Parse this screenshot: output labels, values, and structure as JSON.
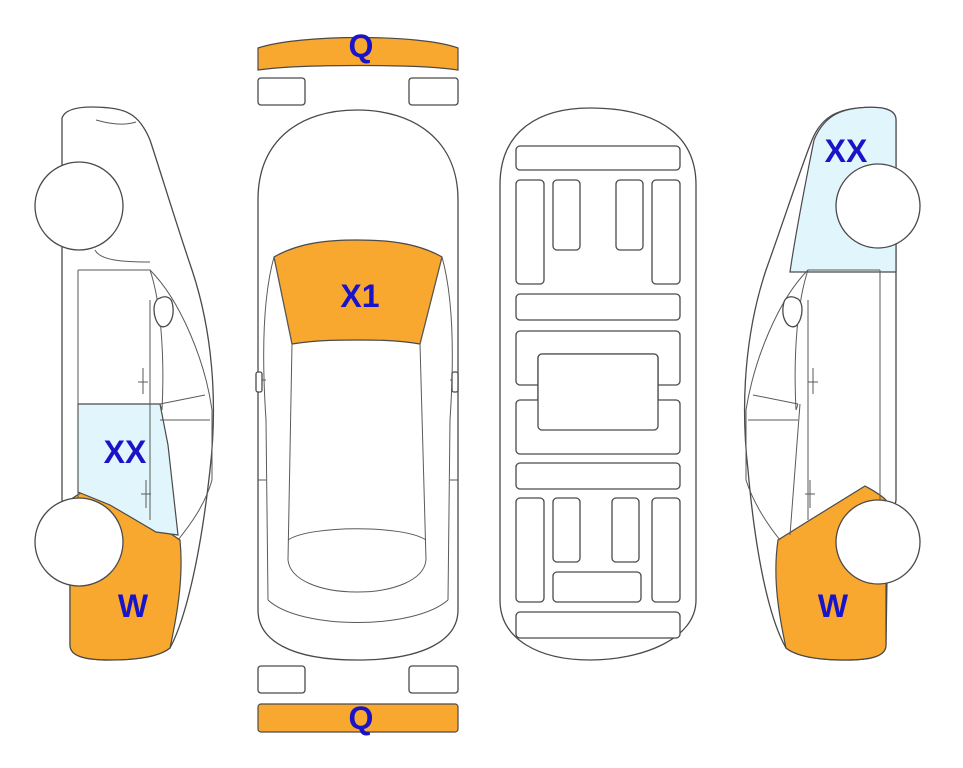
{
  "colors": {
    "damage_orange": "#F9A82F",
    "damage_light_blue": "#E0F5FC",
    "label_blue": "#1A14C8",
    "outline": "#4a4a4a"
  },
  "labels": {
    "front_bumper": "Q",
    "rear_bumper": "Q",
    "windshield": "X1",
    "left_front_door_window": "XX",
    "left_front_fender": "W",
    "right_rear_quarter_window": "XX",
    "right_front_fender": "W"
  }
}
